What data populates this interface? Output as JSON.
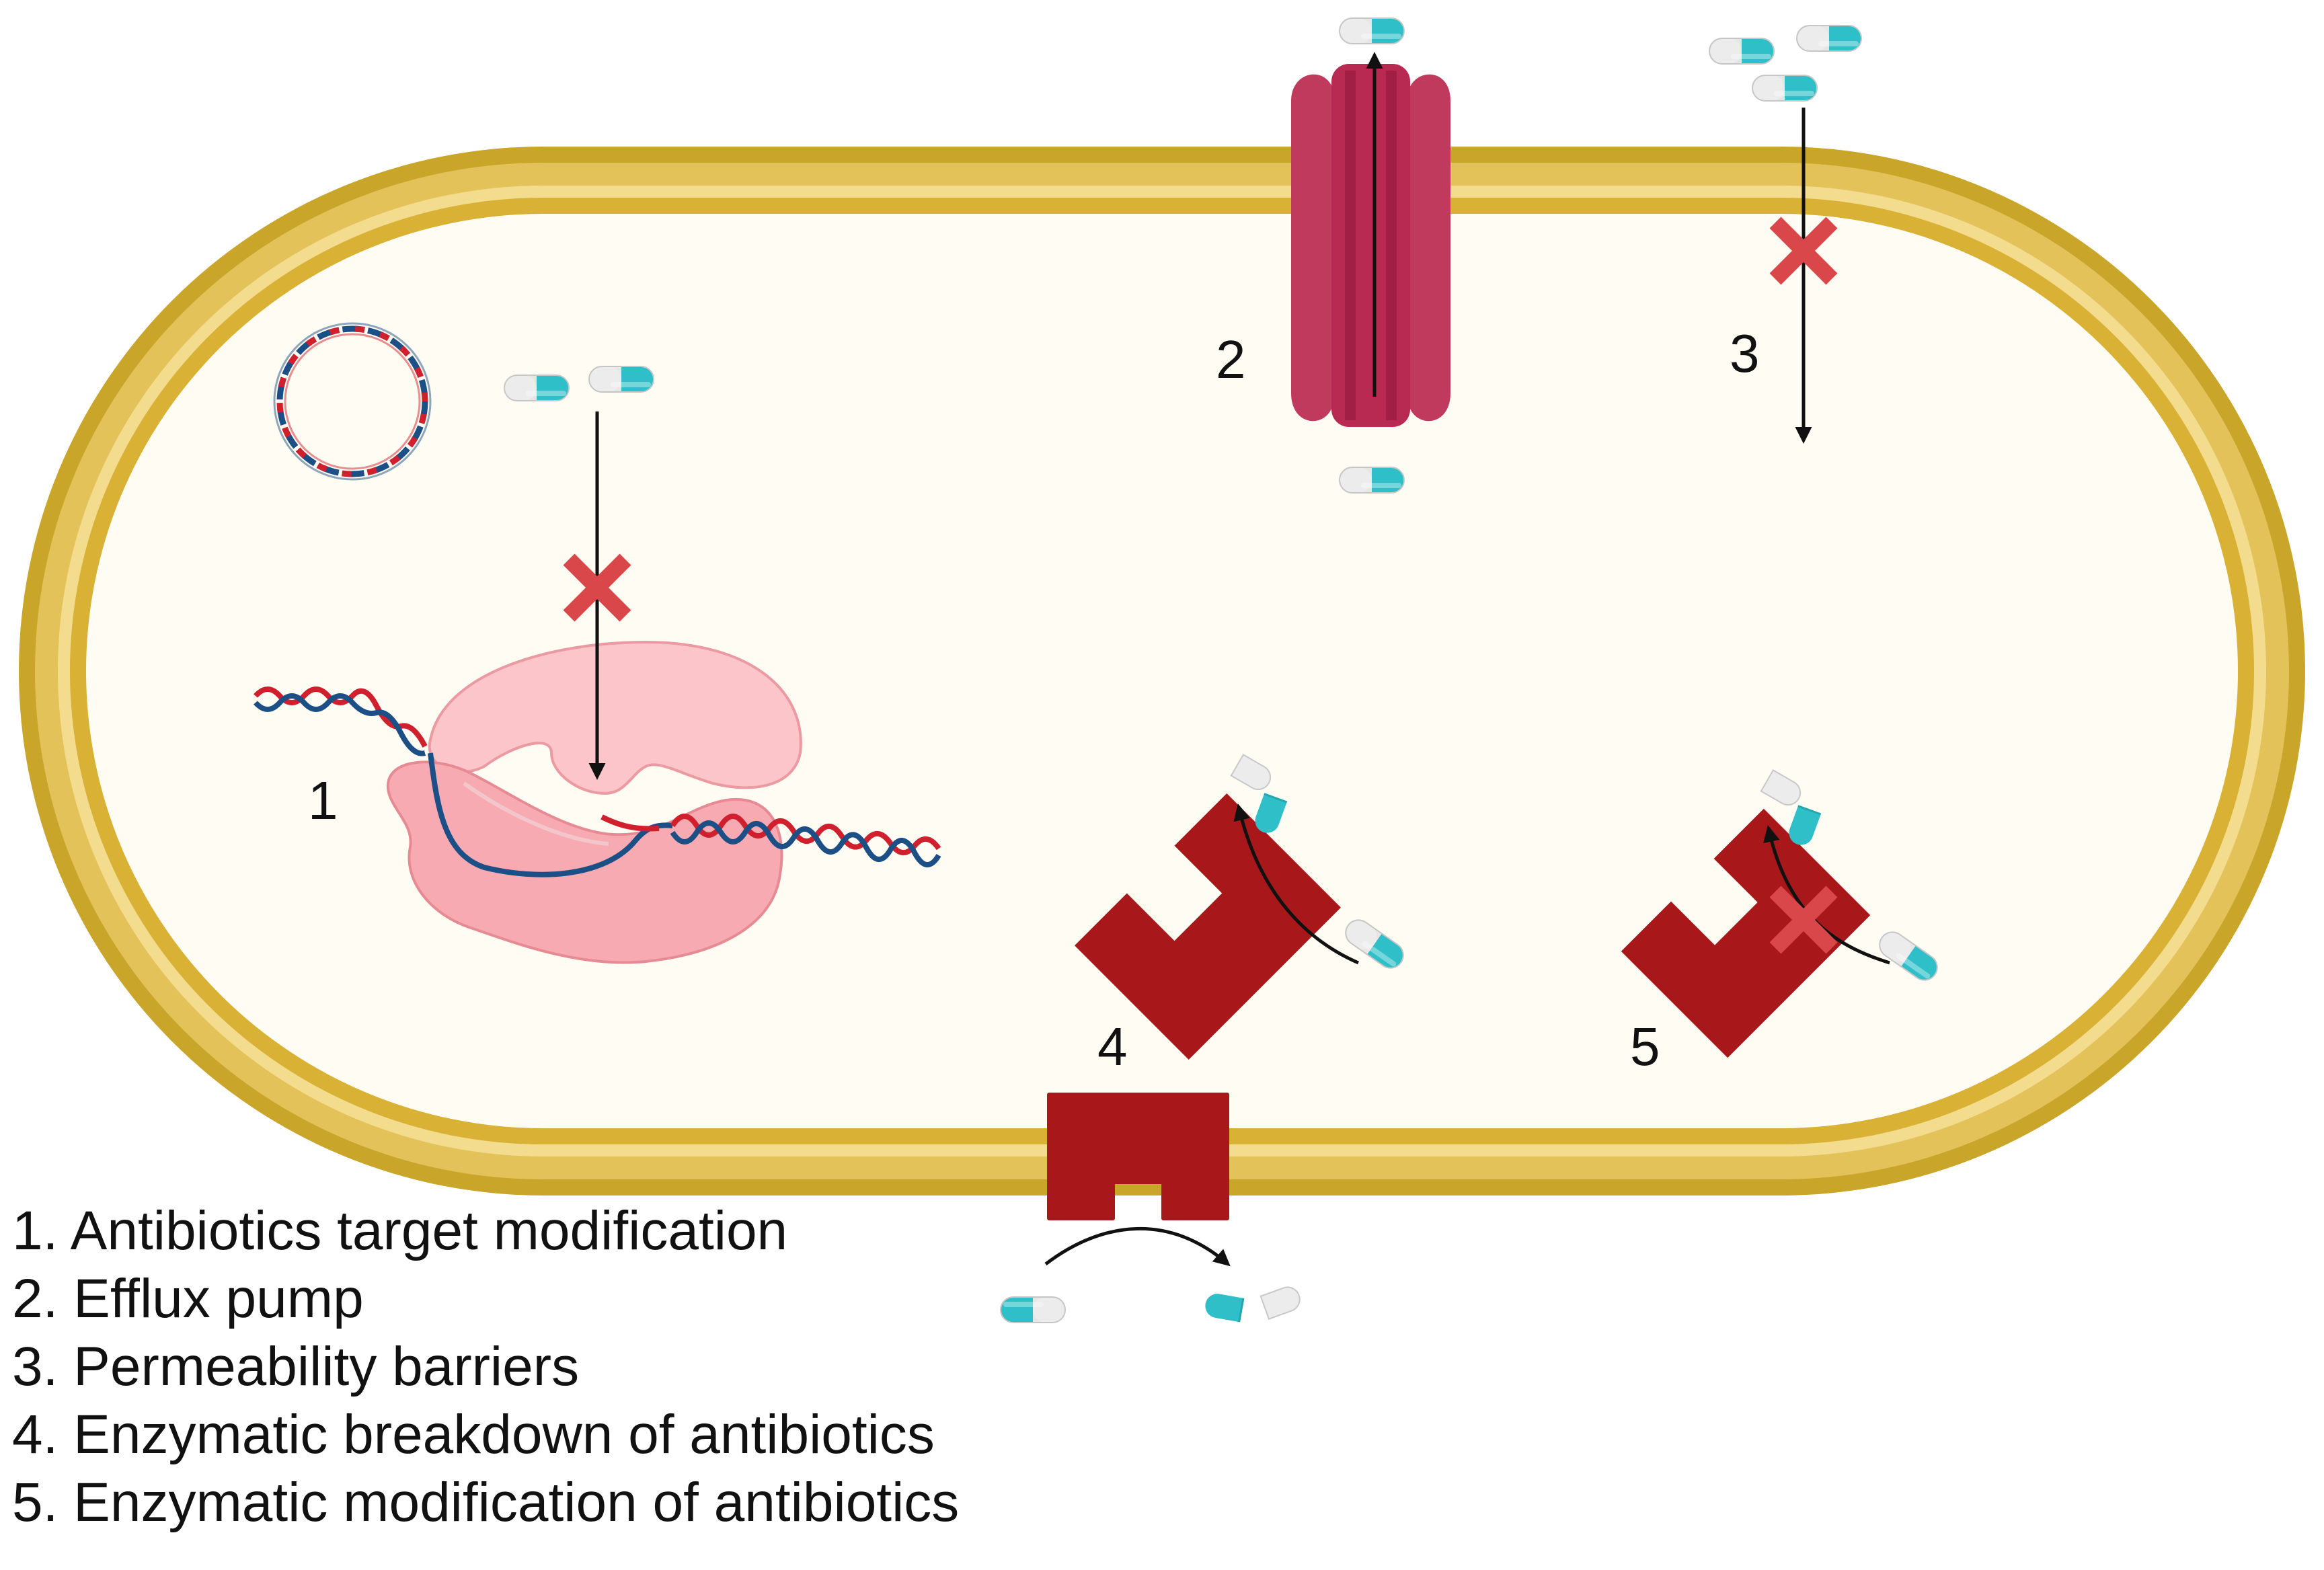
{
  "labels": {
    "mechanism_1": "1",
    "mechanism_2": "2",
    "mechanism_3": "3",
    "mechanism_4": "4",
    "mechanism_5": "5"
  },
  "legend": {
    "items": [
      "1. Antibiotics target modification",
      "2. Efflux pump",
      "3. Permeability barriers",
      "4. Enzymatic breakdown of antibiotics",
      "5. Enzymatic modification of antibiotics"
    ]
  },
  "colors": {
    "cell_wall": "#c9a52a",
    "cell_wall_stripe": "#e8cc6a",
    "cytoplasm": "#fffdf3",
    "dna_red": "#d0202e",
    "dna_blue": "#1b4f86",
    "ribosome": "#f7b3b8",
    "efflux_pump": "#b82a52",
    "enzyme": "#a8181b",
    "block_x": "#d9474a",
    "capsule_teal": "#2ebfc9",
    "capsule_white": "#e6e6e6"
  },
  "icons": {
    "plasmid": "plasmid-icon",
    "ribosome": "ribosome-icon",
    "antibiotic": "antibiotic-capsule-icon",
    "blocked": "blocked-x-icon",
    "pump": "efflux-pump-icon",
    "enzyme": "enzyme-icon"
  }
}
